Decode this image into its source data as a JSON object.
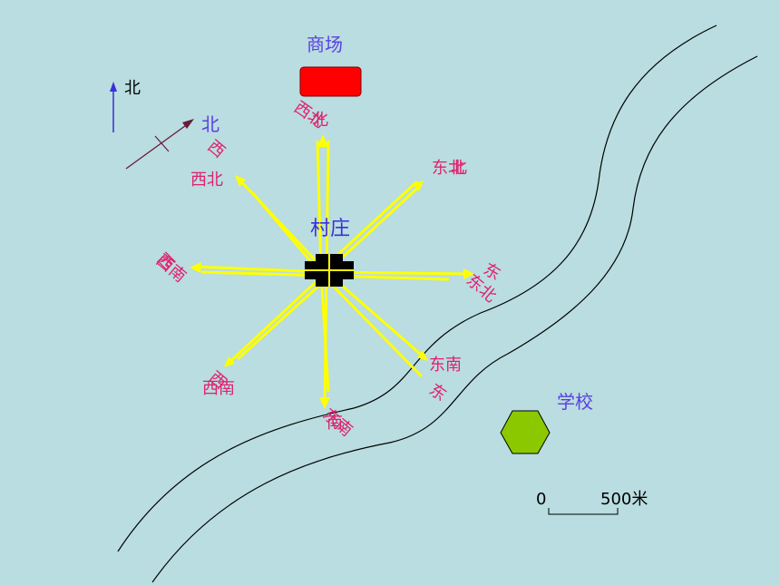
{
  "colors": {
    "background": "#b9dde0",
    "arrow": "#ffff00",
    "direction_label": "#e0206e",
    "place_label": "#5b3fe0",
    "mall": "#ff0000",
    "school": "#8cc800",
    "village": "#000000"
  },
  "places": {
    "mall": "商场",
    "village": "村庄",
    "school": "学校"
  },
  "north_labels": {
    "true_north": "北",
    "rotated_north": "北"
  },
  "direction_labels": {
    "north_a": "北",
    "north_b": "西北",
    "northeast_a": "东北",
    "northeast_b": "北",
    "northwest_a": "西",
    "northwest_b": "西北",
    "east_a": "东",
    "east_b": "东北",
    "west_a": "西",
    "west_b": "西南",
    "southeast_a": "东南",
    "southeast_b": "东",
    "southwest_a": "西南",
    "southwest_b": "西",
    "south_a": "东南",
    "south_b": "南"
  },
  "scale_bar": {
    "start": "0",
    "end": "500米"
  }
}
